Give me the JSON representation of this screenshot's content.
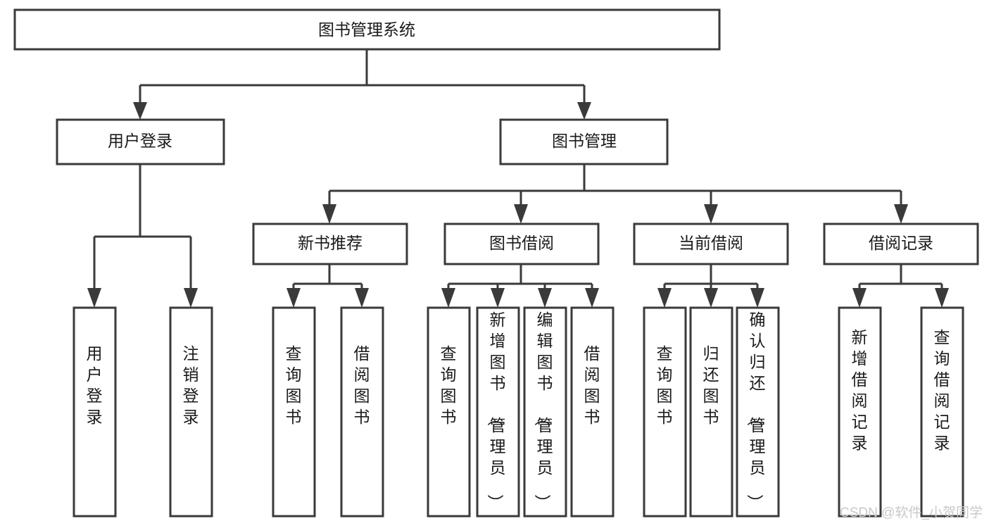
{
  "diagram": {
    "type": "hierarchy-tree",
    "title": "图书管理系统",
    "orientation": "top-down",
    "levels": 4,
    "root": {
      "id": "root",
      "label": "图书管理系统",
      "text_orientation": "horizontal"
    },
    "level2": [
      {
        "id": "user-login",
        "label": "用户登录",
        "text_orientation": "horizontal"
      },
      {
        "id": "book-manage",
        "label": "图书管理",
        "text_orientation": "horizontal"
      }
    ],
    "level3": [
      {
        "id": "new-book-recommend",
        "label": "新书推荐",
        "parent": "book-manage",
        "text_orientation": "horizontal"
      },
      {
        "id": "book-borrow",
        "label": "图书借阅",
        "parent": "book-manage",
        "text_orientation": "horizontal"
      },
      {
        "id": "current-borrow",
        "label": "当前借阅",
        "parent": "book-manage",
        "text_orientation": "horizontal"
      },
      {
        "id": "borrow-record",
        "label": "借阅记录",
        "parent": "book-manage",
        "text_orientation": "horizontal"
      }
    ],
    "leaves": [
      {
        "id": "leaf-user-login",
        "label": "用户登录",
        "parent": "user-login",
        "text_orientation": "vertical"
      },
      {
        "id": "leaf-user-logout",
        "label": "注销登录",
        "parent": "user-login",
        "text_orientation": "vertical"
      },
      {
        "id": "leaf-query-book-1",
        "label": "查询图书",
        "parent": "new-book-recommend",
        "text_orientation": "vertical"
      },
      {
        "id": "leaf-borrow-book-1",
        "label": "借阅图书",
        "parent": "new-book-recommend",
        "text_orientation": "vertical"
      },
      {
        "id": "leaf-query-book-2",
        "label": "查询图书",
        "parent": "book-borrow",
        "text_orientation": "vertical"
      },
      {
        "id": "leaf-add-book",
        "label": "新增图书（管理员）",
        "parent": "book-borrow",
        "text_orientation": "vertical"
      },
      {
        "id": "leaf-edit-book",
        "label": "编辑图书（管理员）",
        "parent": "book-borrow",
        "text_orientation": "vertical"
      },
      {
        "id": "leaf-borrow-book-2",
        "label": "借阅图书",
        "parent": "book-borrow",
        "text_orientation": "vertical"
      },
      {
        "id": "leaf-query-book-3",
        "label": "查询图书",
        "parent": "current-borrow",
        "text_orientation": "vertical"
      },
      {
        "id": "leaf-return-book",
        "label": "归还图书",
        "parent": "current-borrow",
        "text_orientation": "vertical"
      },
      {
        "id": "leaf-confirm-return",
        "label": "确认归还（管理员）",
        "parent": "current-borrow",
        "text_orientation": "vertical"
      },
      {
        "id": "leaf-add-record",
        "label": "新增借阅记录",
        "parent": "borrow-record",
        "text_orientation": "vertical"
      },
      {
        "id": "leaf-query-record",
        "label": "查询借阅记录",
        "parent": "borrow-record",
        "text_orientation": "vertical"
      }
    ]
  },
  "colors": {
    "box_stroke": "#3a3a3a",
    "box_fill": "#ffffff",
    "connector": "#3a3a3a",
    "text": "#1a1a1a",
    "watermark": "#c9c9c9",
    "background": "#ffffff"
  },
  "watermark": {
    "text": "CSDN @软件_小贺同学"
  }
}
